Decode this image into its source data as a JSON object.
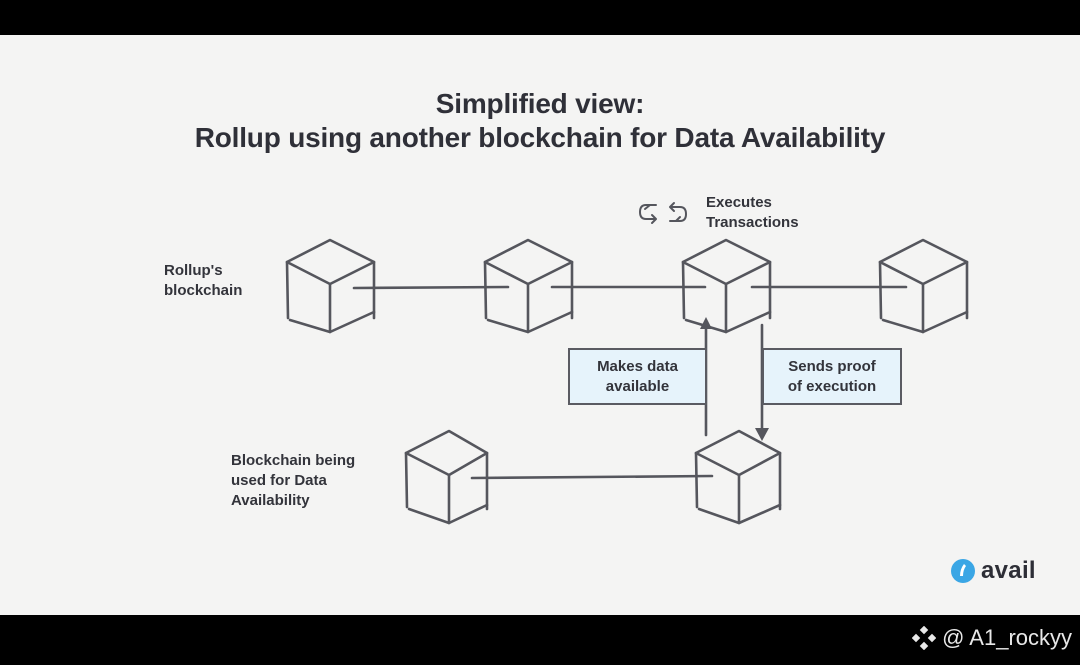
{
  "title": {
    "line1": "Simplified view:",
    "line2": "Rollup using another blockchain for Data Availability"
  },
  "labels": {
    "rollup_chain": [
      "Rollup's",
      "blockchain"
    ],
    "da_chain": [
      "Blockchain being",
      "used for Data",
      "Availability"
    ],
    "executes": [
      "Executes",
      "Transactions"
    ]
  },
  "boxes": {
    "makes_data": [
      "Makes data",
      "available"
    ],
    "sends_proof": [
      "Sends proof",
      "of execution"
    ]
  },
  "icons": {
    "cycle": "cycle-arrows-icon",
    "block": "cube-icon",
    "logo": "avail-logo-icon",
    "watermark": "binance-square-icon"
  },
  "rollup_blocks": 4,
  "da_blocks": 2,
  "logo": {
    "text": "avail",
    "color": "#3aa6e5"
  },
  "watermark": {
    "text": "@ A1_rockyy"
  },
  "colors": {
    "background": "#f4f4f3",
    "stroke": "#55565d",
    "box_fill": "#e6f3fb",
    "text": "#2f3038"
  }
}
